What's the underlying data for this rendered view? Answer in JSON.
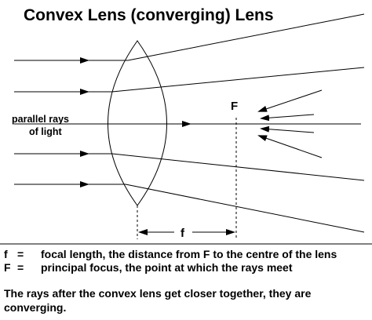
{
  "title": "Convex Lens (converging) Lens",
  "label_parallel_line1": "parallel rays",
  "label_parallel_line2": "of light",
  "label_focus": "F",
  "label_focal_length": "f",
  "legend": [
    {
      "symbol": "f",
      "eq": "=",
      "text": "focal length, the distance from F to the centre of the lens"
    },
    {
      "symbol": "F",
      "eq": "=",
      "text": "principal focus, the point at which the rays meet"
    }
  ],
  "note_line1": "The rays after the convex lens get closer together, they are",
  "note_line2": "converging.",
  "icons": {
    "lens": "convex-lens-icon"
  },
  "colors": {
    "ink": "#000000",
    "background": "#ffffff"
  }
}
